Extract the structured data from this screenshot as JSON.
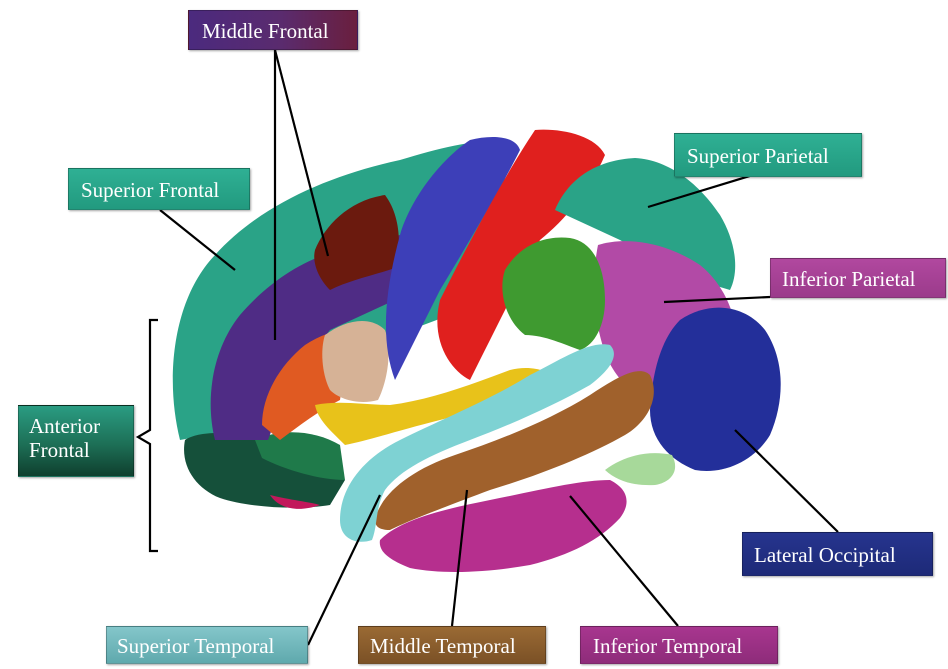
{
  "labels": {
    "middle_frontal": "Middle Frontal",
    "superior_frontal": "Superior Frontal",
    "superior_parietal": "Superior Parietal",
    "inferior_parietal": "Inferior Parietal",
    "anterior_frontal": "Anterior Frontal",
    "lateral_occipital": "Lateral Occipital",
    "superior_temporal": "Superior Temporal",
    "middle_temporal": "Middle Temporal",
    "inferior_temporal": "Inferior Temporal"
  },
  "colors": {
    "superior_frontal": "#2aa387",
    "middle_frontal": "#4f2c85",
    "caudal_middle_frontal": "#6b1a0e",
    "precentral": "#3d3fb8",
    "postcentral": "#e0201e",
    "supramarginal": "#3f9a30",
    "superior_parietal": "#2aa387",
    "inferior_parietal": "#b24aa6",
    "lateral_occipital": "#232f9a",
    "pars_opercularis": "#d6b296",
    "pars_triangularis": "#e05a22",
    "pars_orbitalis": "#1f7a4a",
    "lateral_orbitofrontal": "#15503a",
    "insula": "#e8c21a",
    "superior_temporal": "#7ed2d3",
    "middle_temporal": "#a0612c",
    "inferior_temporal": "#b62f8e"
  }
}
